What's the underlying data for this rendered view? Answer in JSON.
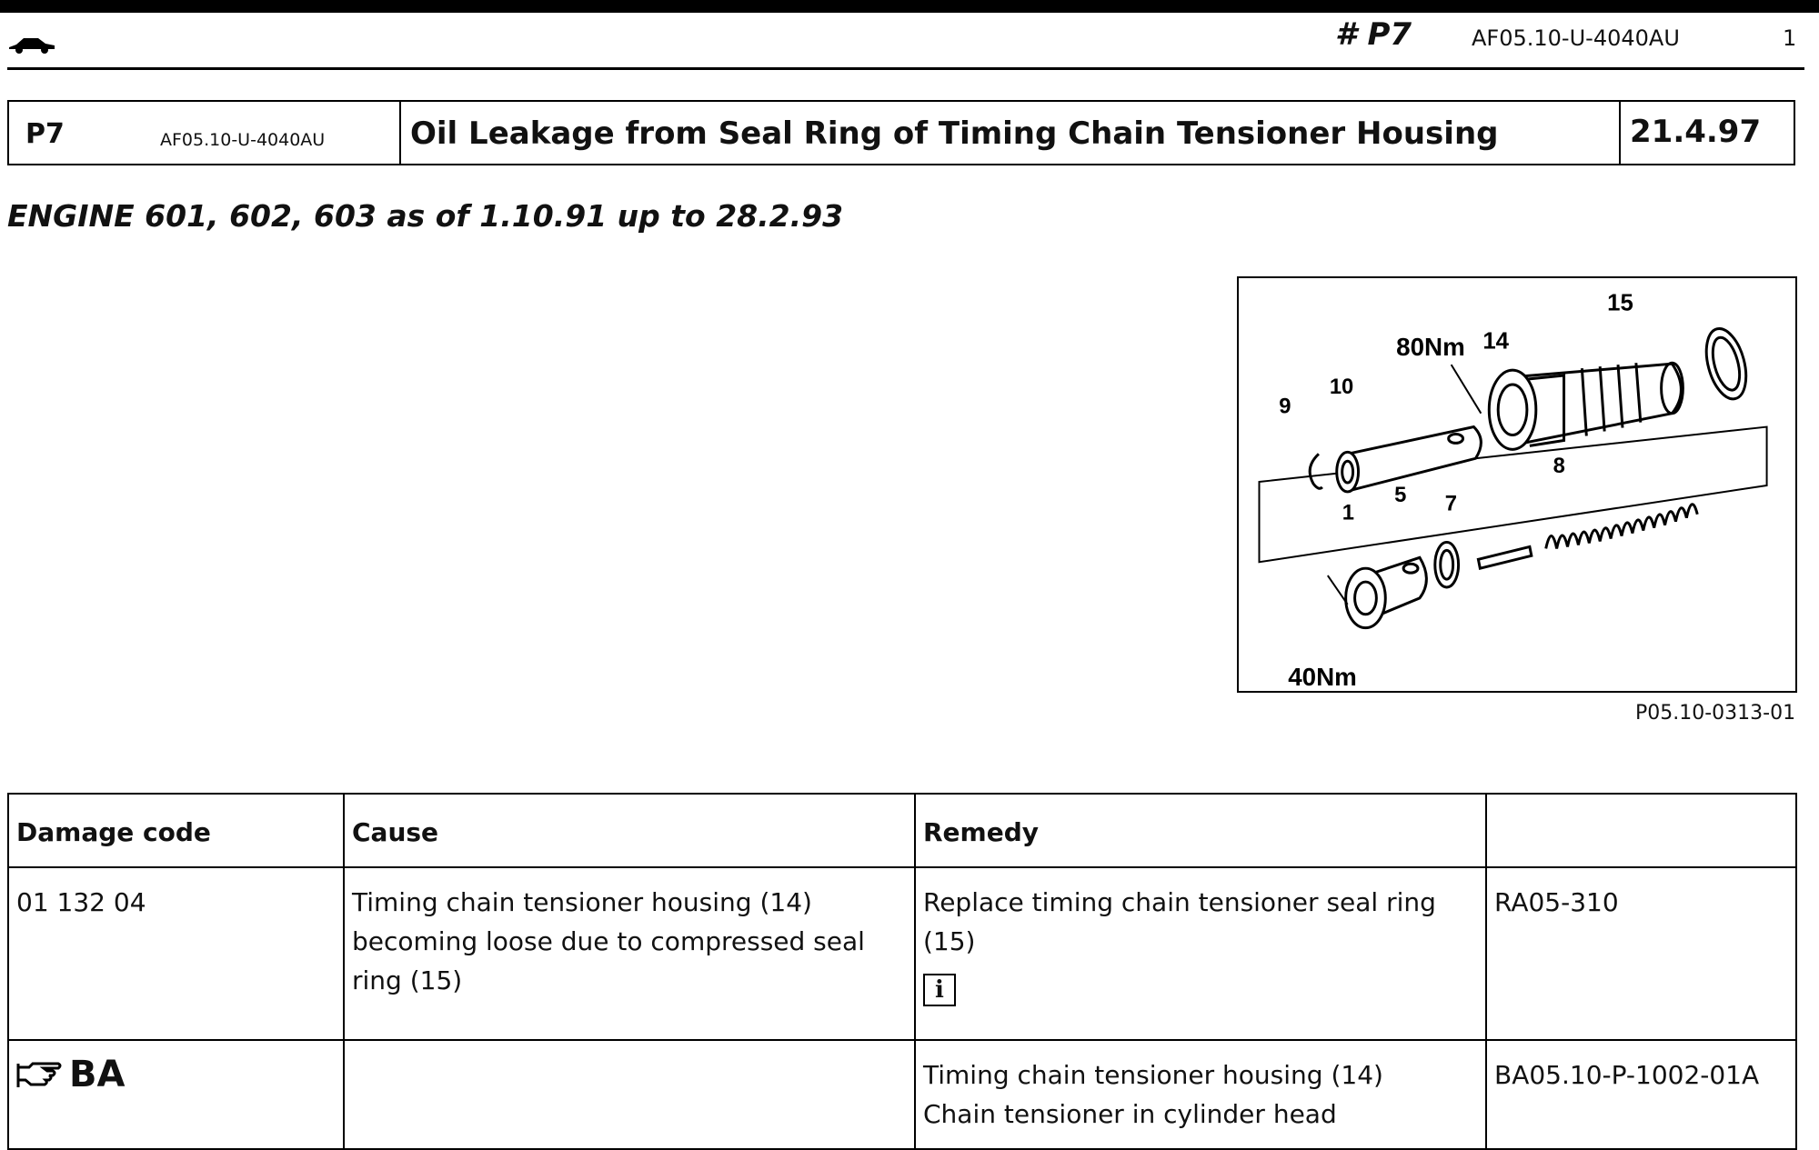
{
  "header": {
    "code": "# P7",
    "ref": "AF05.10-U-4040AU",
    "page": "1"
  },
  "title_box": {
    "code": "P7",
    "ref": "AF05.10-U-4040AU",
    "title": "Oil Leakage from Seal Ring of Timing Chain Tensioner Housing",
    "date": "21.4.97"
  },
  "engine_line": "ENGINE 601, 602, 603 as of 1.10.91 up to 28.2.93",
  "figure": {
    "labels": {
      "n15": "15",
      "n14": "14",
      "torque_upper": "80Nm",
      "n10": "10",
      "n9": "9",
      "n8": "8",
      "n1": "1",
      "n5": "5",
      "n7": "7",
      "torque_lower": "40Nm"
    },
    "reference": "P05.10-0313-01"
  },
  "table": {
    "headers": [
      "Damage code",
      "Cause",
      "Remedy",
      ""
    ],
    "row1": {
      "code": "01 132 04",
      "cause": "Timing chain tensioner housing (14) becoming loose due to compressed seal ring (15)",
      "remedy": "Replace timing chain tensioner seal ring (15)",
      "info_icon": "i",
      "ref": "RA05-310"
    },
    "row2": {
      "label": "BA",
      "remedy_line1": "Timing chain tensioner housing (14)",
      "remedy_line2": "Chain tensioner in cylinder head",
      "ref": "BA05.10-P-1002-01A"
    }
  }
}
